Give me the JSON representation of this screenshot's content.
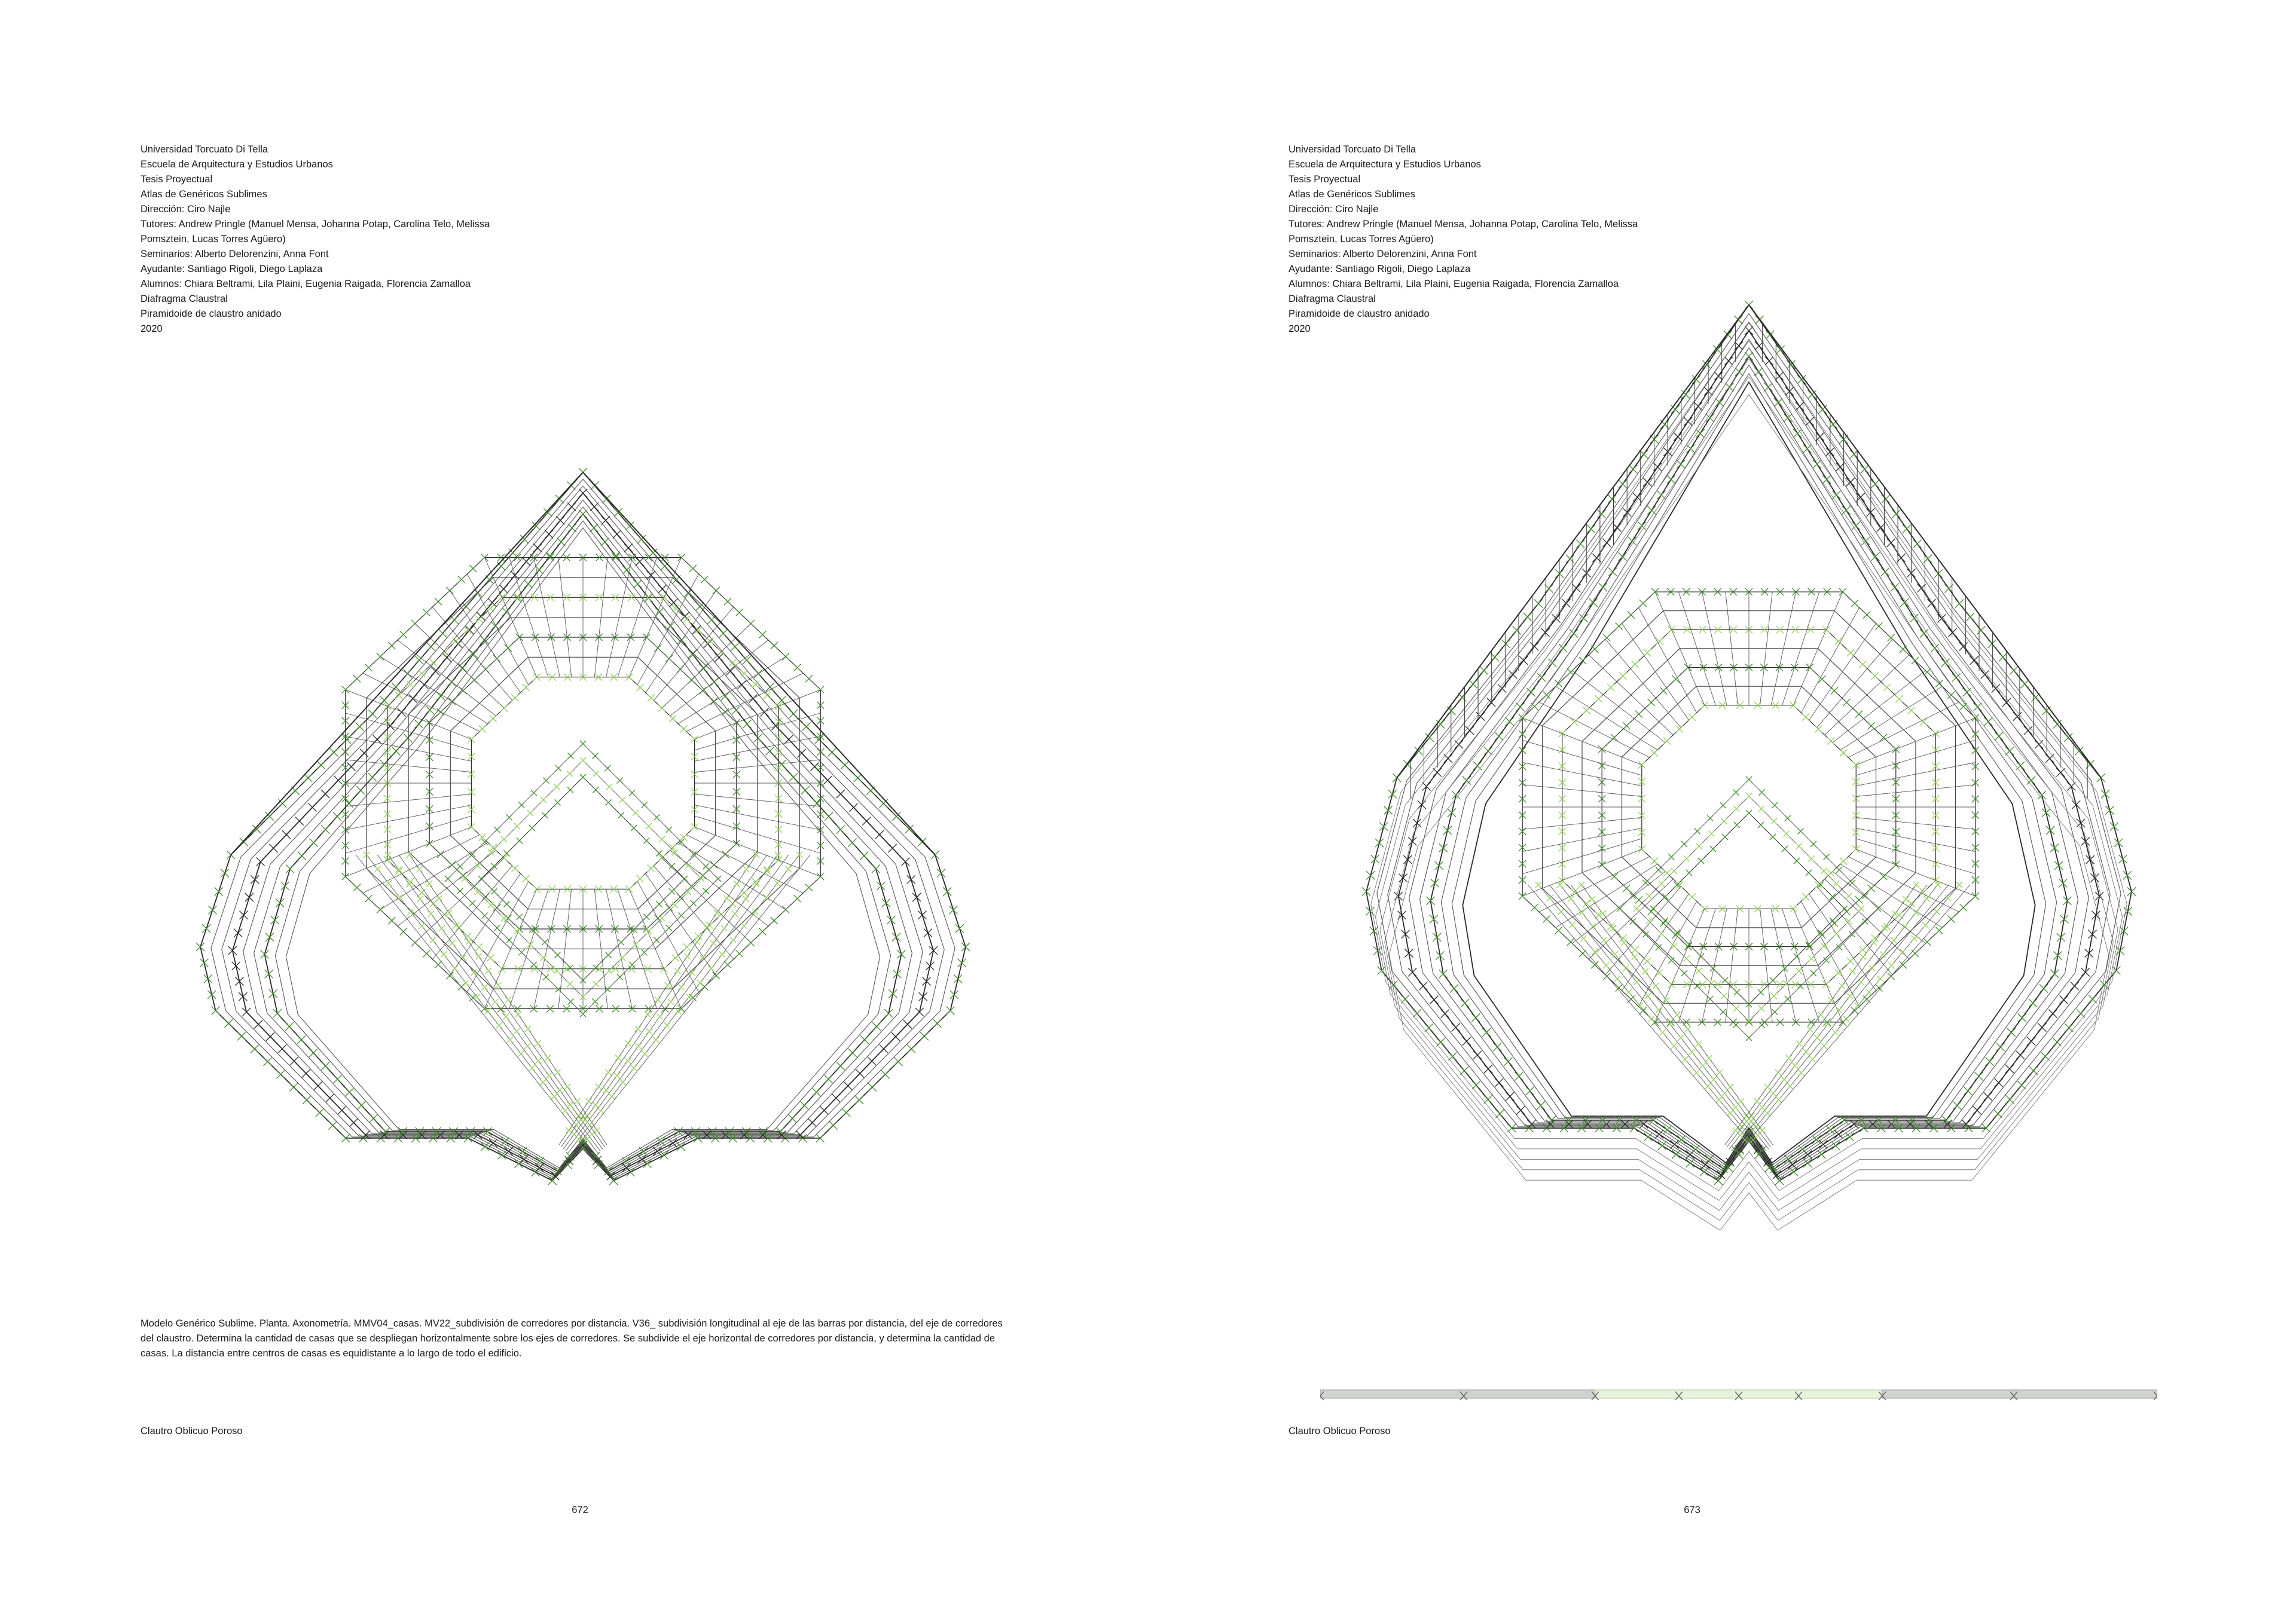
{
  "credits": [
    "Universidad Torcuato Di Tella",
    "Escuela de Arquitectura y Estudios Urbanos",
    "Tesis Proyectual",
    "Atlas de Genéricos Sublimes",
    "Dirección: Ciro Najle",
    "Tutores: Andrew Pringle (Manuel Mensa, Johanna Potap, Carolina Telo, Melissa Pomsztein, Lucas Torres Agüero)",
    "Seminarios: Alberto Delorenzini, Anna Font",
    "Ayudante: Santiago Rigoli, Diego Laplaza",
    "Alumnos: Chiara Beltrami, Lila Plaini, Eugenia Raigada, Florencia Zamalloa",
    "Diafragma Claustral",
    "Piramidoide de claustro anidado",
    "2020"
  ],
  "left_page": {
    "caption": "Modelo Genérico Sublime. Planta. Axonometría. MMV04_casas. MV22_subdivisión de corredores por distancia.  V36_ subdivisión longitudinal al eje de las barras por distancia, del eje de corredores del claustro. Determina la cantidad de casas que se despliegan horizontalmente sobre los ejes de corredores. Se subdivide el eje horizontal de corredores por distancia, y determina la cantidad de casas. La distancia entre centros de casas es equidistante a lo largo de todo el edificio.",
    "section": "Clautro Oblicuo Poroso",
    "page_number": "672"
  },
  "right_page": {
    "section": "Clautro Oblicuo Poroso",
    "page_number": "673"
  },
  "colors": {
    "line_dark": "#2a2a2a",
    "green_dark": "#3f8a2a",
    "green_light": "#8fd15a",
    "scale_grey": "#cfd2cf",
    "scale_green": "#e4f3d9"
  }
}
